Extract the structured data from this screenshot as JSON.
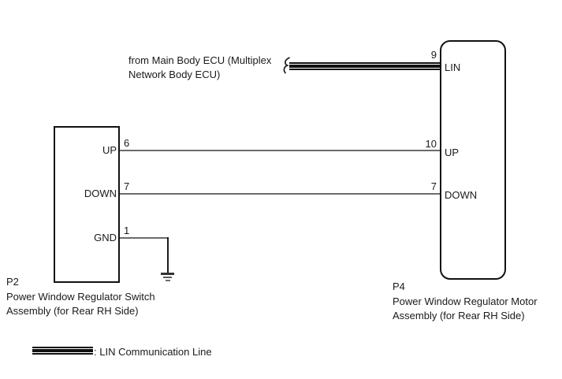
{
  "diagram": {
    "title_note": {
      "line1": "from Main Body ECU (Multiplex",
      "line2": "Network Body ECU)"
    },
    "left_connector": {
      "code": "P2",
      "name_line1": "Power Window Regulator Switch",
      "name_line2": "Assembly (for Rear RH Side)",
      "pins": [
        {
          "number": "6",
          "label": "UP"
        },
        {
          "number": "7",
          "label": "DOWN"
        },
        {
          "number": "1",
          "label": "GND"
        }
      ]
    },
    "right_connector": {
      "code": "P4",
      "name_line1": "Power Window Regulator Motor",
      "name_line2": "Assembly (for Rear RH Side)",
      "pins": [
        {
          "number": "9",
          "label": "LIN"
        },
        {
          "number": "10",
          "label": "UP"
        },
        {
          "number": "7",
          "label": "DOWN"
        }
      ]
    },
    "connections": [
      {
        "wire": "LIN",
        "from": "Main Body ECU (Multiplex Network Body ECU)",
        "to": "P4 pin 9",
        "style": "lin-communication-line"
      },
      {
        "wire": "UP",
        "from": "P2 pin 6",
        "to": "P4 pin 10",
        "style": "plain"
      },
      {
        "wire": "DOWN",
        "from": "P2 pin 7",
        "to": "P4 pin 7",
        "style": "plain"
      },
      {
        "wire": "GND",
        "from": "P2 pin 1",
        "to": "ground",
        "style": "plain"
      }
    ],
    "legend": {
      "label": ": LIN Communication Line"
    },
    "colors": {
      "line_black": "#111111",
      "wire_gray": "#6b6b6b",
      "background": "#ffffff"
    }
  }
}
